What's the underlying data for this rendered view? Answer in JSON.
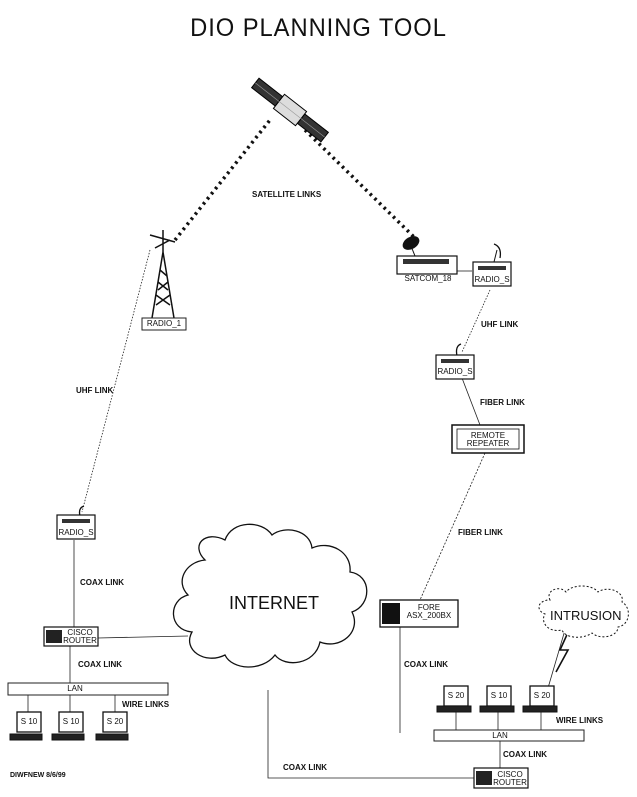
{
  "title": "DIO PLANNING TOOL",
  "footer": "DIWFNEW 8/6/99",
  "links": {
    "satellite": "SATELLITE LINKS",
    "uhf_left": "UHF LINK",
    "uhf_right": "UHF LINK",
    "fiber_upper": "FIBER LINK",
    "fiber_lower": "FIBER LINK",
    "coax_left_upper": "COAX LINK",
    "coax_left_lower": "COAX LINK",
    "wire_left": "WIRE LINKS",
    "coax_right_fore": "COAX LINK",
    "wire_right": "WIRE LINKS",
    "coax_right_lan": "COAX LINK",
    "coax_bottom": "COAX LINK"
  },
  "nodes": {
    "radio_1": "RADIO_1",
    "satcom": "SATCOM_18",
    "radio_s_top_right": "RADIO_S",
    "radio_s_mid_right": "RADIO_S",
    "remote_repeater": [
      "REMOTE",
      "REPEATER"
    ],
    "radio_s_left": "RADIO_S",
    "cisco_left": [
      "CISCO",
      "ROUTER"
    ],
    "lan_left": "LAN",
    "internet": "INTERNET",
    "fore": [
      "FORE",
      "ASX_200BX"
    ],
    "intrusion": "INTRUSION",
    "lan_right": "LAN",
    "cisco_right": [
      "CISCO",
      "ROUTER"
    ]
  },
  "workstations": {
    "left": [
      "S 10",
      "S 10",
      "S 20"
    ],
    "right": [
      "S 20",
      "S 10",
      "S 20"
    ]
  }
}
